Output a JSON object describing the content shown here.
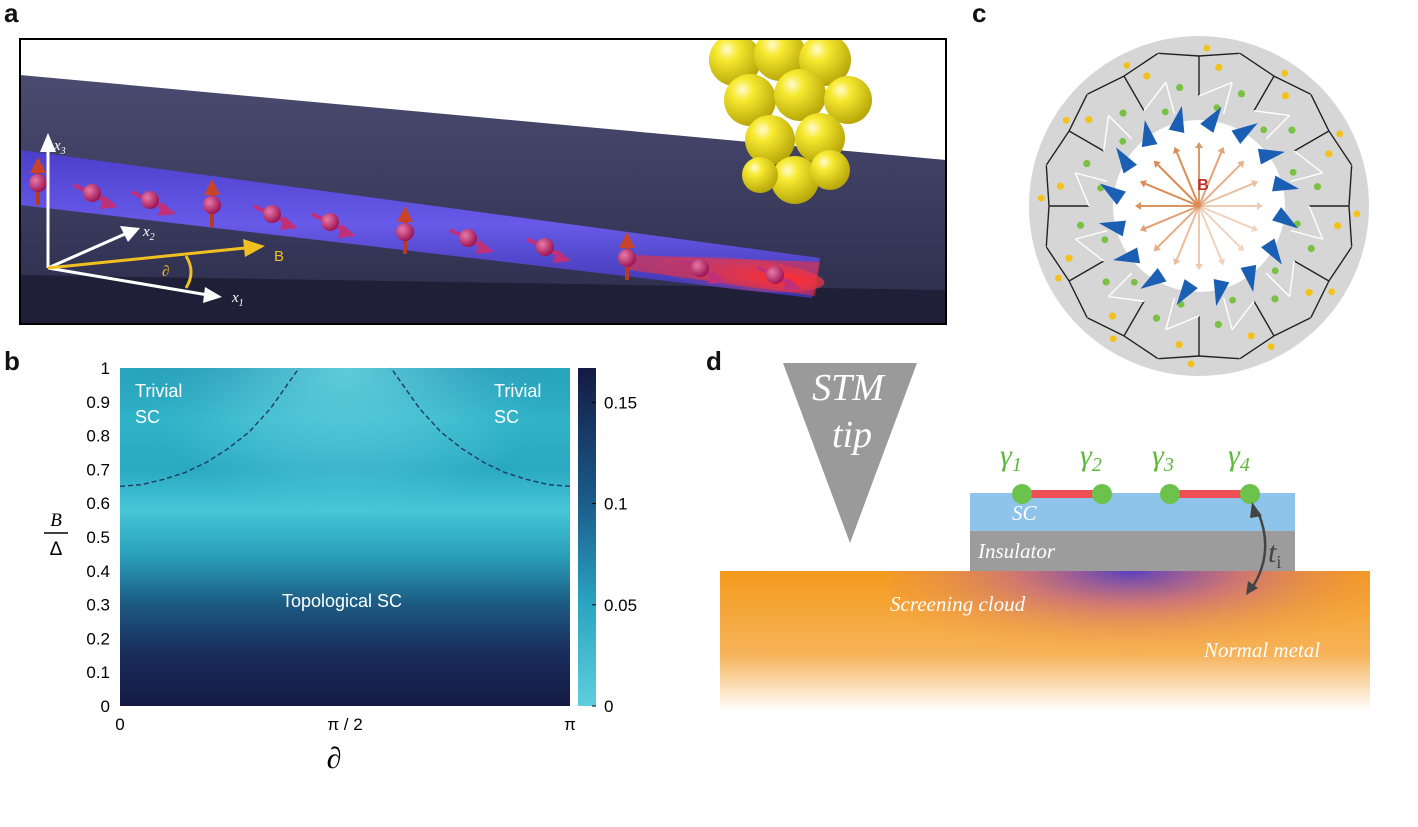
{
  "panels": {
    "a": "a",
    "b": "b",
    "c": "c",
    "d": "d"
  },
  "panel_a": {
    "axes": {
      "x1": "x",
      "x1_sub": "1",
      "x2": "x",
      "x2_sub": "2",
      "x3": "x",
      "x3_sub": "3"
    },
    "field_label": "B",
    "angle_label": "∂",
    "colors": {
      "wire": "#5a4cd8",
      "substrate": "#35365a",
      "spin": "#b01a5a",
      "tip": "#f2e31a",
      "edge_mode": "#ff3a3a"
    }
  },
  "panel_b": {
    "chart_data": {
      "type": "heatmap",
      "xlabel": "∂",
      "ylabel_num": "B",
      "ylabel_den": "Δ",
      "x_ticks": [
        "0",
        "π / 2",
        "π"
      ],
      "y_ticks": [
        "0",
        "0.1",
        "0.2",
        "0.3",
        "0.4",
        "0.5",
        "0.6",
        "0.7",
        "0.8",
        "0.9",
        "1"
      ],
      "xlim": [
        0,
        3.14159
      ],
      "ylim": [
        0,
        1
      ],
      "colorbar": {
        "ticks": [
          "0",
          "0.05",
          "0.1",
          "0.15"
        ],
        "range": [
          0,
          0.167
        ],
        "low_color": "#5ecfdd",
        "high_color": "#141a44"
      },
      "regions": [
        "Trivial",
        "SC",
        "Trivial",
        "SC",
        "Topological SC"
      ],
      "phase_boundary": {
        "x": [
          0,
          0.15,
          0.3,
          0.45,
          0.6,
          0.75,
          0.9,
          1.05,
          1.2,
          1.25
        ],
        "y": [
          0.65,
          0.655,
          0.67,
          0.69,
          0.72,
          0.76,
          0.81,
          0.88,
          0.97,
          1.0
        ]
      }
    }
  },
  "panel_c": {
    "field_label": "B",
    "colors": {
      "disk": "#d6d6d6",
      "inner": "#ffffff",
      "arrow": "#1a5fb4",
      "field": "#d98a52",
      "dot_a": "#7ac143",
      "dot_b": "#f2c21b"
    }
  },
  "panel_d": {
    "stm_tip": [
      "STM",
      "tip"
    ],
    "majoranas": [
      "γ",
      "γ",
      "γ",
      "γ"
    ],
    "majorana_subs": [
      "1",
      "2",
      "3",
      "4"
    ],
    "layers": {
      "sc": "SC",
      "insulator": "Insulator",
      "cloud": "Screening cloud",
      "metal": "Normal metal"
    },
    "tunneling": "t",
    "tunneling_sub": "i",
    "colors": {
      "tip": "#9a9a9a",
      "sc": "#8ec3ea",
      "insulator": "#9c9c9c",
      "metal": "#f39b2a",
      "majorana": "#6cc24a",
      "bond": "#ee4f55"
    }
  }
}
